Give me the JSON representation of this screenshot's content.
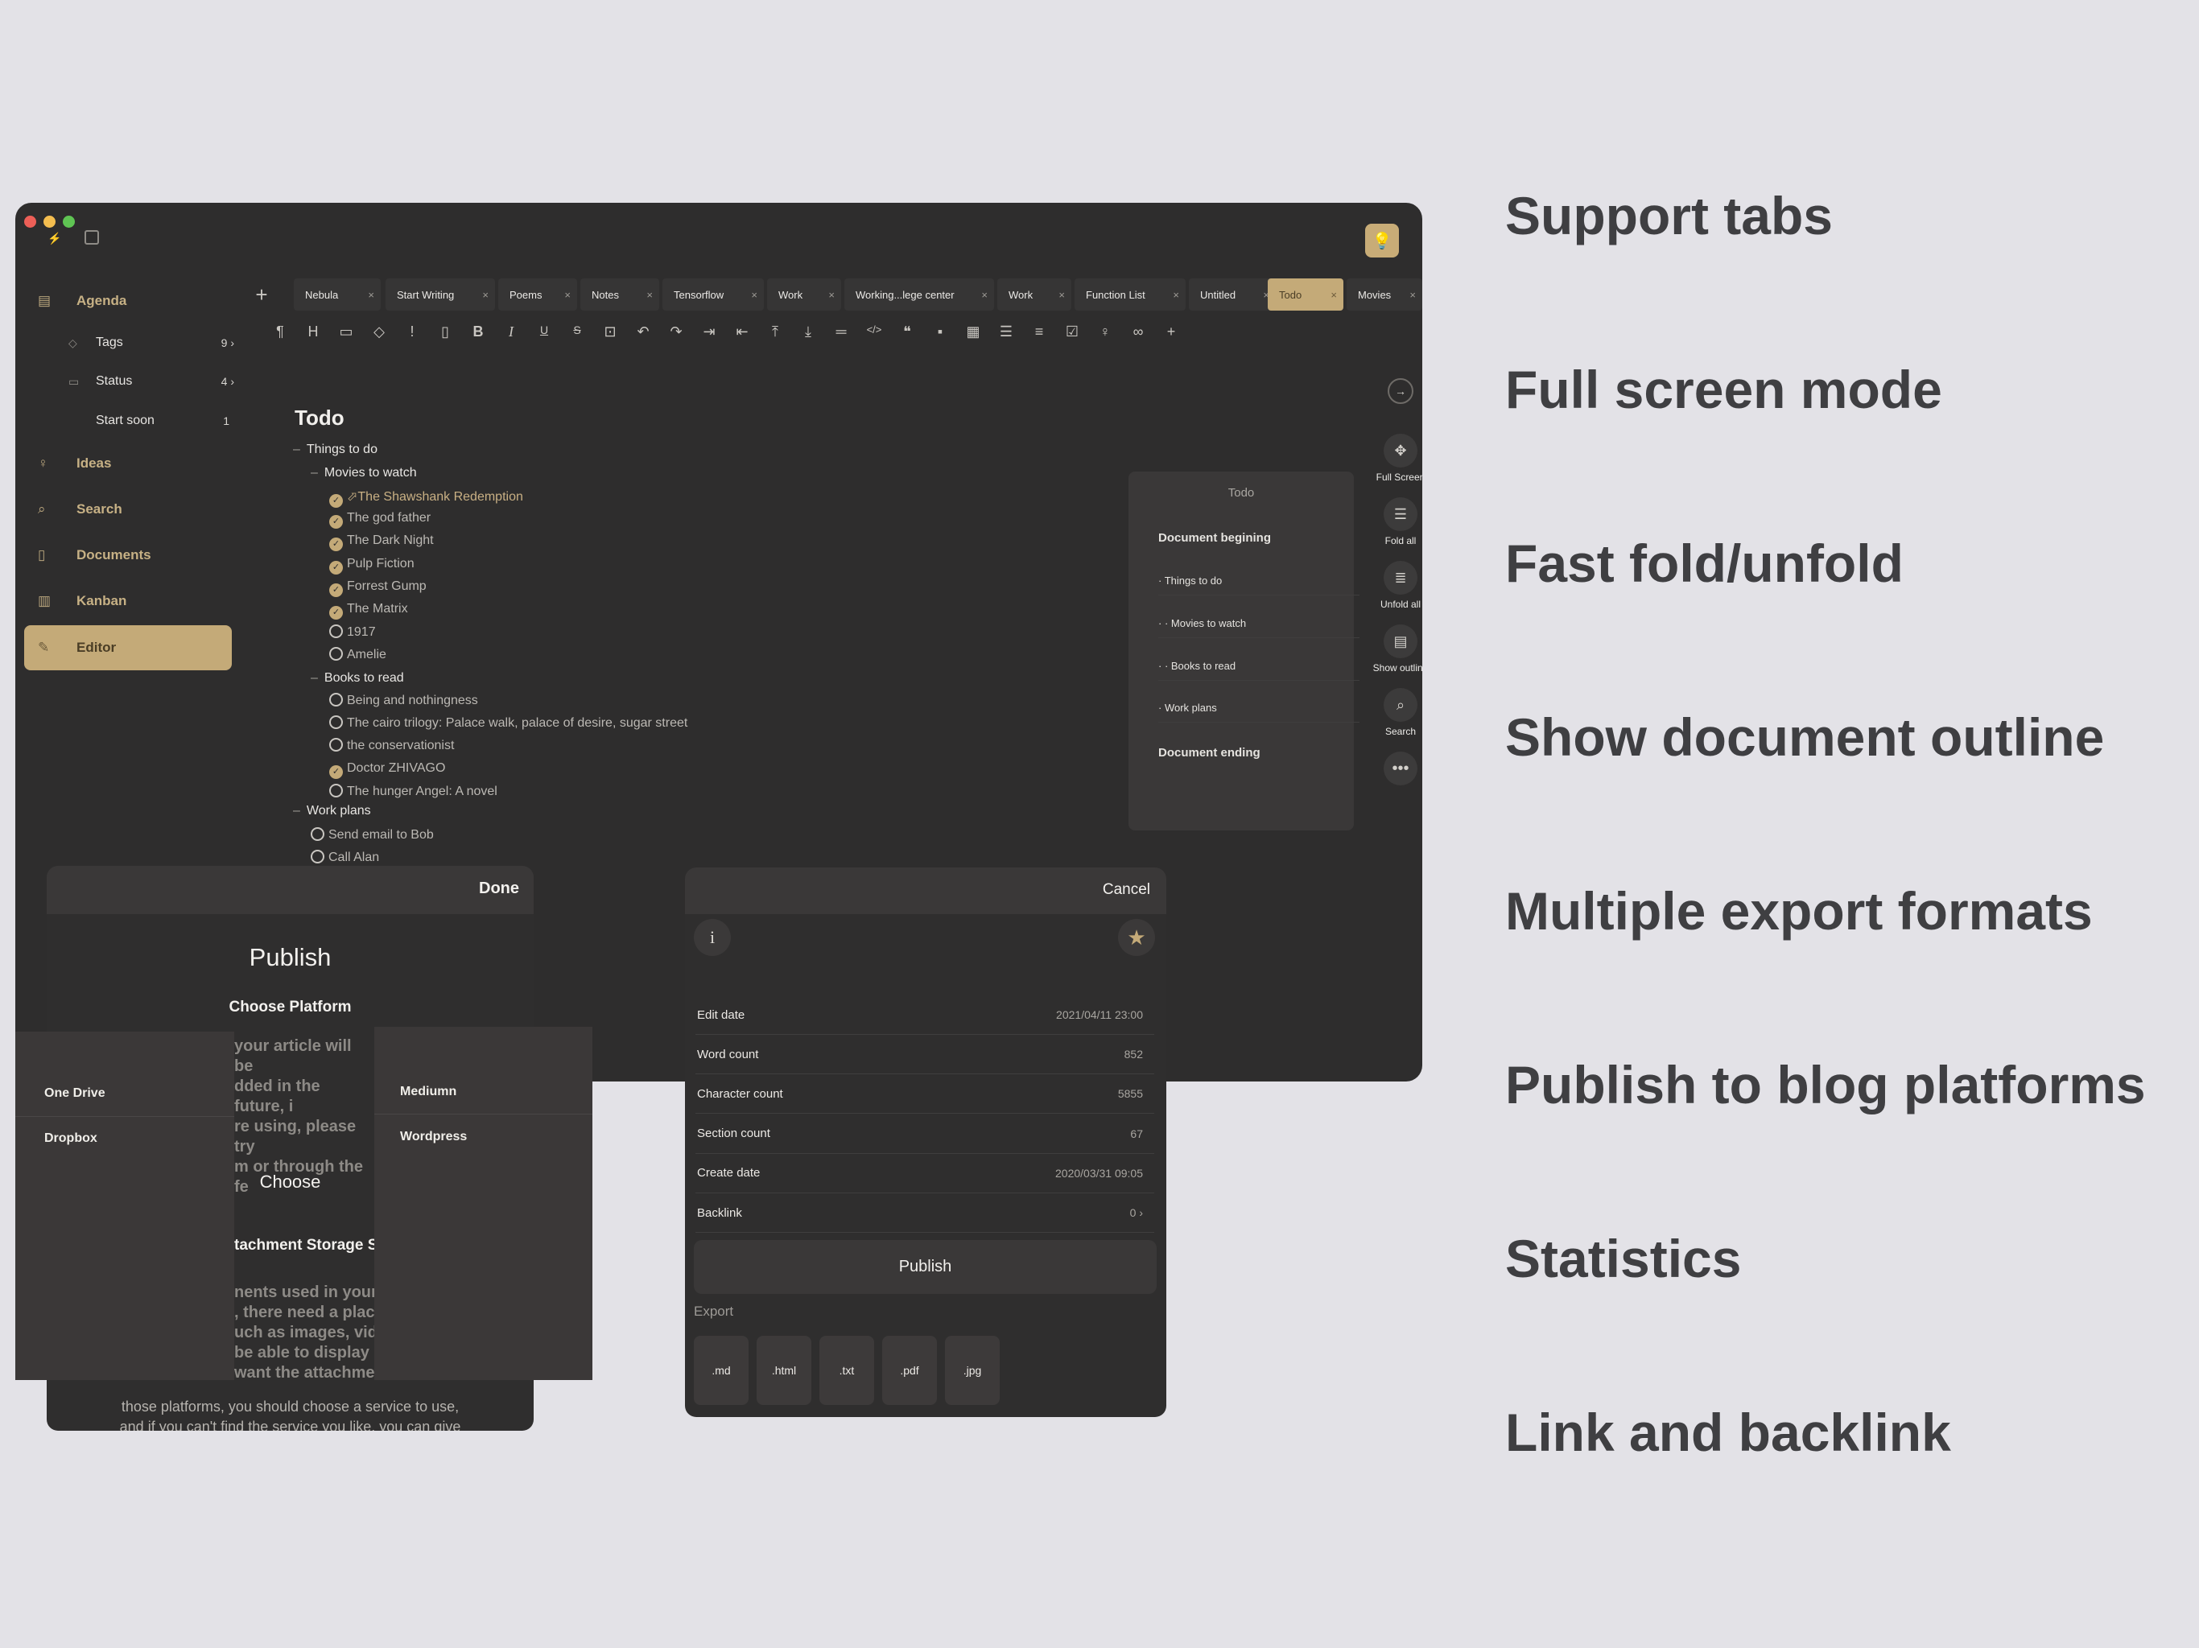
{
  "sidebar": {
    "agenda": "Agenda",
    "tags": {
      "label": "Tags",
      "count": "9"
    },
    "status": {
      "label": "Status",
      "count": "4"
    },
    "start_soon": {
      "label": "Start soon",
      "count": "1"
    },
    "ideas": "Ideas",
    "search": "Search",
    "documents": "Documents",
    "kanban": "Kanban",
    "editor": "Editor"
  },
  "tabs": [
    "Nebula",
    "Start Writing",
    "Poems",
    "Notes",
    "Tensorflow",
    "Work",
    "Working...lege center",
    "Work",
    "Function List",
    "Untitled",
    "Todo",
    "Movies"
  ],
  "tab_close": "×",
  "doc": {
    "title": "Todo",
    "h1": "Things to do",
    "h2_movies": "Movies to watch",
    "movies": [
      {
        "t": "⬀The Shawshank Redemption",
        "done": true
      },
      {
        "t": "The god father",
        "done": true
      },
      {
        "t": "The Dark Night",
        "done": true
      },
      {
        "t": "Pulp Fiction",
        "done": true
      },
      {
        "t": "Forrest Gump",
        "done": true
      },
      {
        "t": "The Matrix",
        "done": true
      },
      {
        "t": "1917",
        "done": false
      },
      {
        "t": "Amelie",
        "done": false
      }
    ],
    "h2_books": "Books to read",
    "books": [
      {
        "t": "Being and nothingness",
        "done": false
      },
      {
        "t": "The cairo trilogy: Palace walk, palace of desire, sugar street",
        "done": false
      },
      {
        "t": "the conservationist",
        "done": false
      },
      {
        "t": "Doctor ZHIVAGO",
        "done": true
      },
      {
        "t": "The hunger Angel: A novel",
        "done": false
      }
    ],
    "h1_work": "Work plans",
    "work": [
      "Send email to Bob",
      "Call Alan"
    ]
  },
  "outline": {
    "title": "Todo",
    "begin": "Document begining",
    "items": [
      "· Things to do",
      "· · Movies to watch",
      "· · Books to read",
      "· Work plans"
    ],
    "end": "Document ending"
  },
  "right_tools": {
    "full_screen": "Full Screen",
    "fold_all": "Fold all",
    "unfold_all": "Unfold all",
    "show_outline": "Show outline",
    "search": "Search"
  },
  "publish_dialog": {
    "done": "Done",
    "title": "Publish",
    "choose_platform": "Choose Platform",
    "platform_text": [
      " your article will be",
      "dded in the future, i",
      "re using, please try",
      "m or through the fe"
    ],
    "choose": "Choose",
    "attachment_title": "tachment Storage S",
    "attachment_text": [
      "nents used in your",
      ", there need a place",
      "uch as images, vide",
      "be able to display i",
      "want the attachme"
    ],
    "footer_text": [
      "those platforms, you should choose a service to use,",
      "and if you can't find the service you like, you can give"
    ],
    "storage_options": [
      "One Drive",
      "Dropbox"
    ],
    "blog_options": [
      "Mediumn",
      "Wordpress"
    ]
  },
  "stats_dialog": {
    "cancel": "Cancel",
    "rows": [
      {
        "k": "Edit date",
        "v": "2021/04/11 23:00"
      },
      {
        "k": "Word count",
        "v": "852"
      },
      {
        "k": "Character count",
        "v": "5855"
      },
      {
        "k": "Section count",
        "v": "67"
      },
      {
        "k": "Create date",
        "v": "2020/03/31 09:05"
      },
      {
        "k": "Backlink",
        "v": "0"
      }
    ],
    "publish": "Publish",
    "export_label": "Export",
    "formats": [
      ".md",
      ".html",
      ".txt",
      ".pdf",
      ".jpg"
    ]
  },
  "features": [
    "Support tabs",
    "Full screen mode",
    "Fast fold/unfold",
    "Show document outline",
    "Multiple export formats",
    "Publish to blog platforms",
    "Statistics",
    "Link and backlink"
  ],
  "colors": {
    "accent": "#c4aa78",
    "window": "#2e2d2d",
    "background": "#e3e2e7",
    "feature_text": "#3f3f42"
  }
}
